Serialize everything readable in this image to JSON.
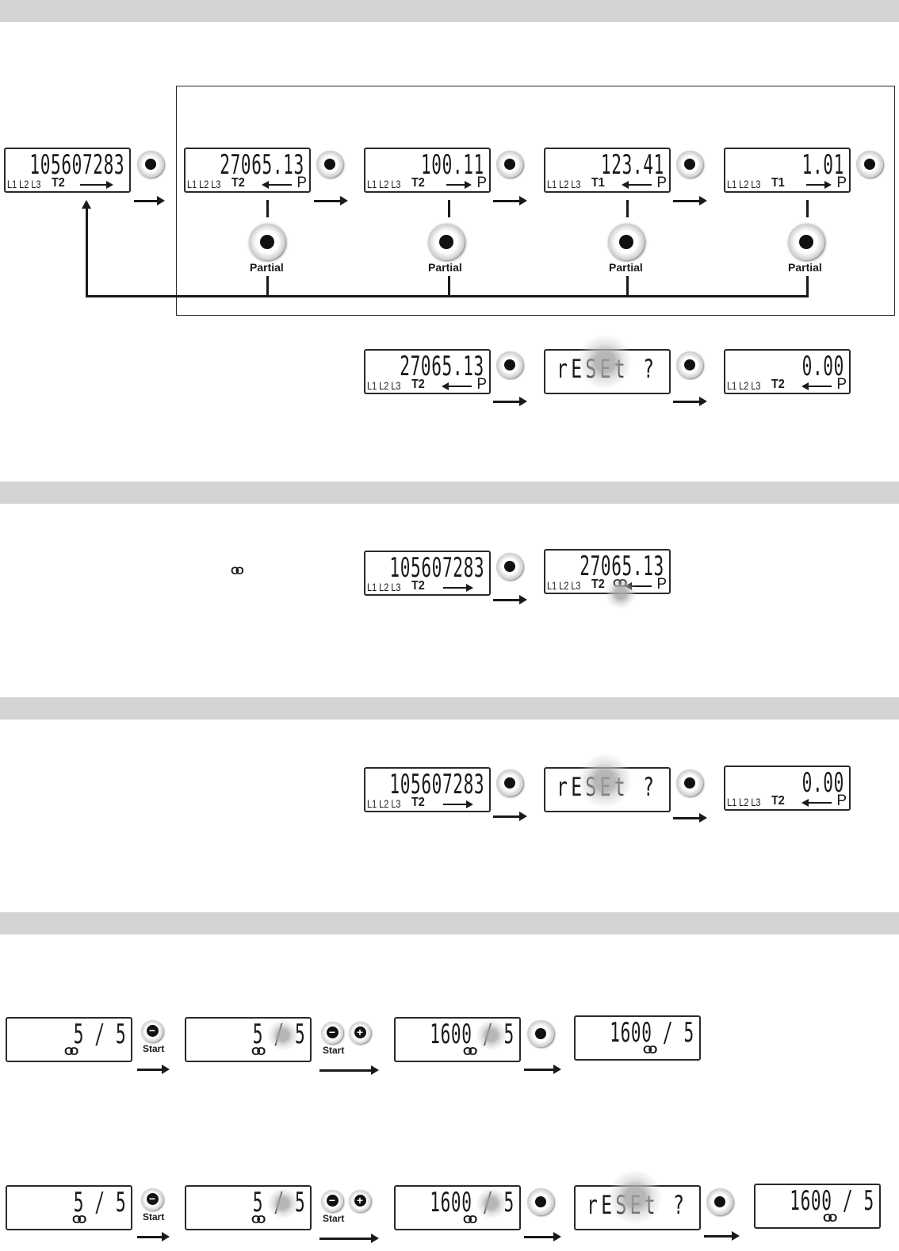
{
  "section1": {
    "partial_label": "Partial",
    "row1": [
      {
        "digits": "105607283",
        "phases": "L1 L2 L3",
        "tariff": "T2",
        "dir": "right",
        "p": ""
      },
      {
        "digits": "27065.13",
        "phases": "L1 L2 L3",
        "tariff": "T2",
        "dir": "left",
        "p": "P"
      },
      {
        "digits": "100.11",
        "phases": "L1 L2 L3",
        "tariff": "T2",
        "dir": "right",
        "p": "P"
      },
      {
        "digits": "123.41",
        "phases": "L1 L2 L3",
        "tariff": "T1",
        "dir": "left",
        "p": "P"
      },
      {
        "digits": "1.01",
        "phases": "L1 L2 L3",
        "tariff": "T1",
        "dir": "right",
        "p": "P"
      }
    ],
    "row2": [
      {
        "digits": "27065.13",
        "phases": "L1 L2 L3",
        "tariff": "T2",
        "dir": "left",
        "p": "P"
      },
      {
        "word": "rESEt ?"
      },
      {
        "digits": "0.00",
        "phases": "L1 L2 L3",
        "tariff": "T2",
        "dir": "left",
        "p": "P"
      }
    ]
  },
  "section2": {
    "ct_icon": "ct-transformer-icon",
    "ct_glyph": "OO",
    "row": [
      {
        "digits": "105607283",
        "phases": "L1 L2 L3",
        "tariff": "T2",
        "dir": "right",
        "p": ""
      },
      {
        "digits": "27065.13",
        "phases": "L1 L2 L3",
        "tariff": "T2",
        "dir": "left",
        "p": "P"
      }
    ]
  },
  "section3": {
    "row": [
      {
        "digits": "105607283",
        "phases": "L1 L2 L3",
        "tariff": "T2",
        "dir": "right",
        "p": ""
      },
      {
        "word": "rESEt ?"
      },
      {
        "digits": "0.00",
        "phases": "L1 L2 L3",
        "tariff": "T2",
        "dir": "left",
        "p": "P"
      }
    ]
  },
  "section4": {
    "start_label": "Start",
    "minus": "−",
    "plus": "+",
    "row1": [
      "5 / 5",
      "5 / 5",
      "1600 / 5",
      "1600 / 5"
    ],
    "row2": [
      "5 / 5",
      "5 / 5",
      "1600 / 5",
      "rESEt ?",
      "1600 / 5"
    ],
    "ct_glyph": "OO"
  },
  "colors": {
    "band": "#d3d3d3",
    "ink": "#1a1a1a"
  }
}
